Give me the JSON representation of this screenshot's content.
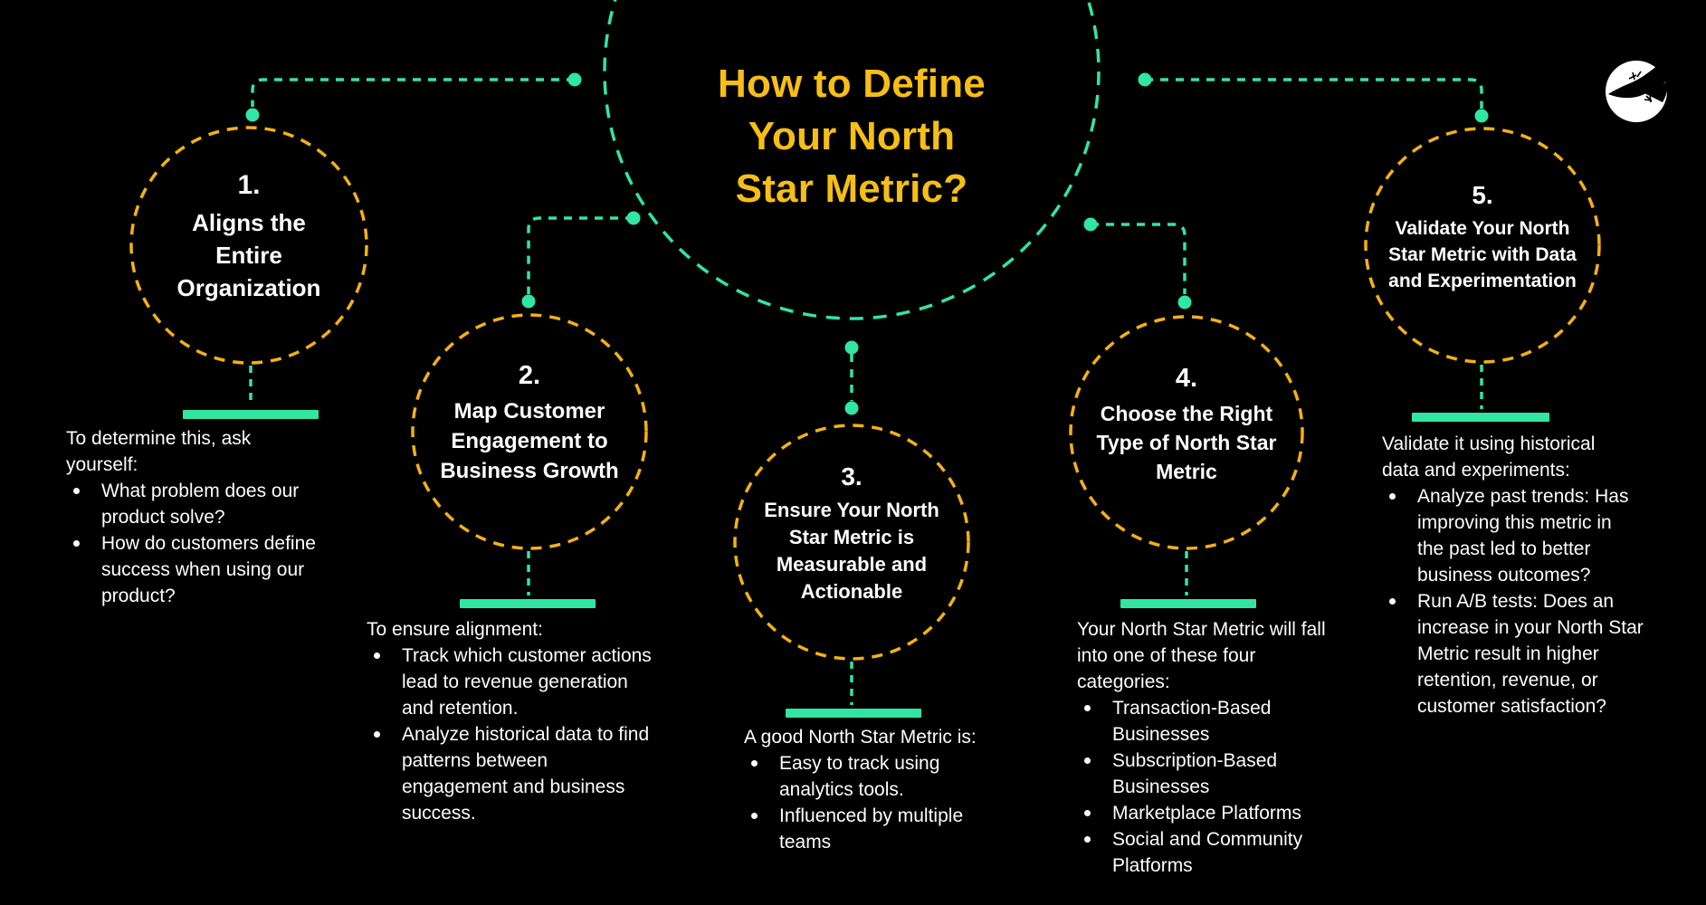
{
  "title": "How to Define\nYour North\nStar Metric?",
  "colors": {
    "background": "#000000",
    "accent_green": "#30E6A2",
    "circle_yellow": "#F2B115",
    "title_yellow": "#F6BE16",
    "text_white": "#FFFFFF"
  },
  "logo": {
    "name": "gecko-logo"
  },
  "steps": [
    {
      "number": "1.",
      "circle_title": "Aligns the\nEntire\nOrganization",
      "description": {
        "intro": "To determine this, ask\nyourself:",
        "bullets": [
          "What problem does our\nproduct solve?",
          "How do customers define\nsuccess when using our\nproduct?"
        ]
      }
    },
    {
      "number": "2.",
      "circle_title": "Map Customer\nEngagement to\nBusiness Growth",
      "description": {
        "intro": "To ensure alignment:",
        "bullets": [
          "Track which customer actions\nlead to revenue generation\nand retention.",
          "Analyze historical data to find\npatterns between\nengagement and business\nsuccess."
        ]
      }
    },
    {
      "number": "3.",
      "circle_title": "Ensure Your North\nStar Metric is\nMeasurable and\nActionable",
      "description": {
        "intro": "A good North Star Metric is:",
        "bullets": [
          "Easy to track using\nanalytics tools.",
          "Influenced by multiple\nteams"
        ]
      }
    },
    {
      "number": "4.",
      "circle_title": "Choose the Right\nType of North Star\nMetric",
      "description": {
        "intro": "Your North Star Metric will fall\ninto one of these four\ncategories:",
        "bullets": [
          "Transaction-Based\nBusinesses",
          "Subscription-Based\nBusinesses",
          "Marketplace Platforms",
          "Social and Community\nPlatforms"
        ]
      }
    },
    {
      "number": "5.",
      "circle_title": "Validate Your North\nStar Metric with Data\nand Experimentation",
      "description": {
        "intro": "Validate it using historical\ndata and experiments:",
        "bullets": [
          "Analyze past trends: Has\nimproving this metric in\nthe past led to better\nbusiness outcomes?",
          "Run A/B tests: Does an\nincrease in your North Star\nMetric result in higher\nretention, revenue, or\ncustomer satisfaction?"
        ]
      }
    }
  ]
}
